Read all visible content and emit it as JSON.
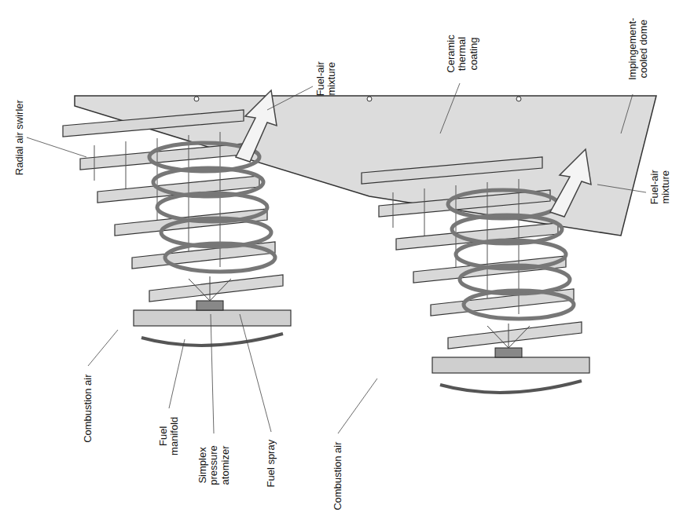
{
  "diagram": {
    "labels": [
      "Radial air swirler",
      "Fuel-air mixture",
      "Ceramic thermal coating",
      "Impingement-cooled dome",
      "Fuel-air mixture",
      "Combustion air",
      "Fuel manifold",
      "Simplex pressure atomizer",
      "Fuel spray",
      "Combustion air"
    ]
  }
}
